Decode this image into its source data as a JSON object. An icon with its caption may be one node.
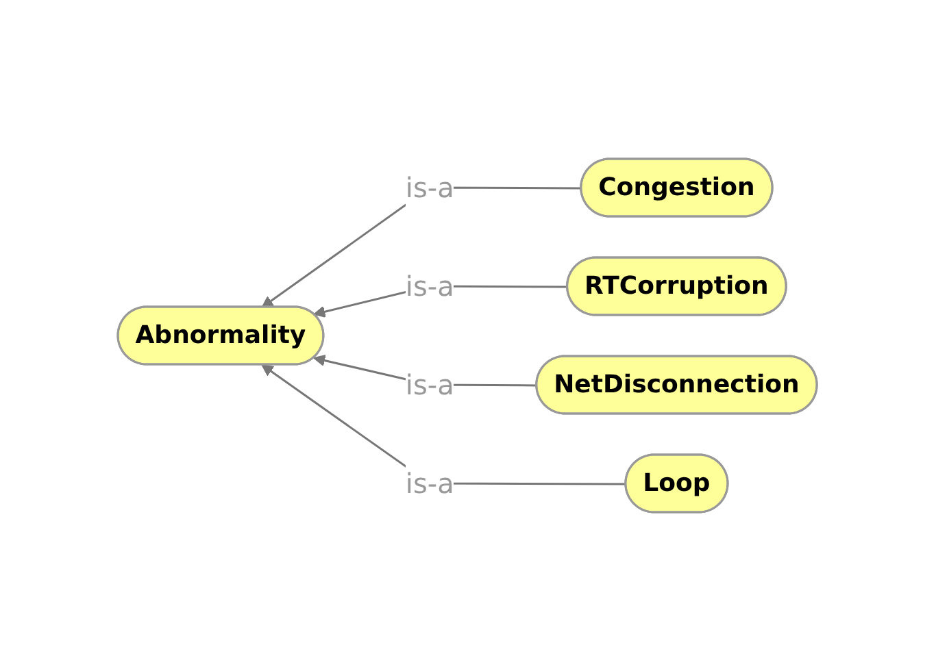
{
  "diagram": {
    "nodes": [
      {
        "text": [
          "Abnormality"
        ]
      },
      {
        "text": [
          "Congestion"
        ]
      },
      {
        "text": [
          "RTCorruption"
        ]
      },
      {
        "text": [
          "NetDisconnection"
        ]
      },
      {
        "text": [
          "Loop"
        ]
      }
    ],
    "edges": [
      {
        "from": 1,
        "to": 0,
        "arrow": "to",
        "label": "is-a"
      },
      {
        "from": 2,
        "to": 0,
        "arrow": "to",
        "label": "is-a"
      },
      {
        "from": 3,
        "to": 0,
        "arrow": "to",
        "label": "is-a"
      },
      {
        "from": 4,
        "to": 0,
        "arrow": "to",
        "label": "is-a"
      }
    ]
  }
}
